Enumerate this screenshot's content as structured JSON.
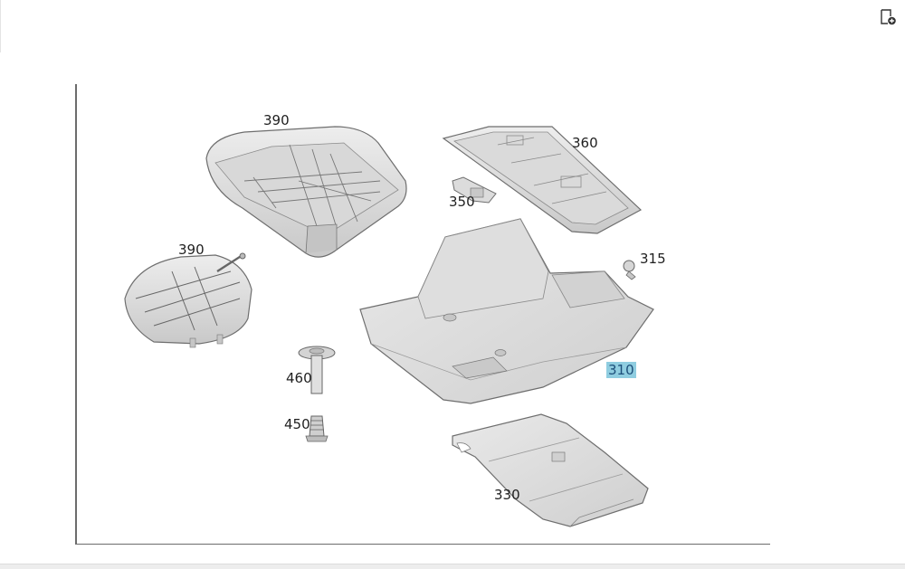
{
  "toolbar": {
    "icon": "document-add-icon"
  },
  "diagram": {
    "highlight_color": "#8fcde0",
    "callouts": [
      {
        "id": "c390a",
        "label": "390",
        "active": false
      },
      {
        "id": "c360",
        "label": "360",
        "active": false
      },
      {
        "id": "c350",
        "label": "350",
        "active": false
      },
      {
        "id": "c390b",
        "label": "390",
        "active": false
      },
      {
        "id": "c315",
        "label": "315",
        "active": false
      },
      {
        "id": "c460",
        "label": "460",
        "active": false
      },
      {
        "id": "c310",
        "label": "310",
        "active": true
      },
      {
        "id": "c450",
        "label": "450",
        "active": false
      },
      {
        "id": "c330",
        "label": "330",
        "active": false
      }
    ]
  }
}
